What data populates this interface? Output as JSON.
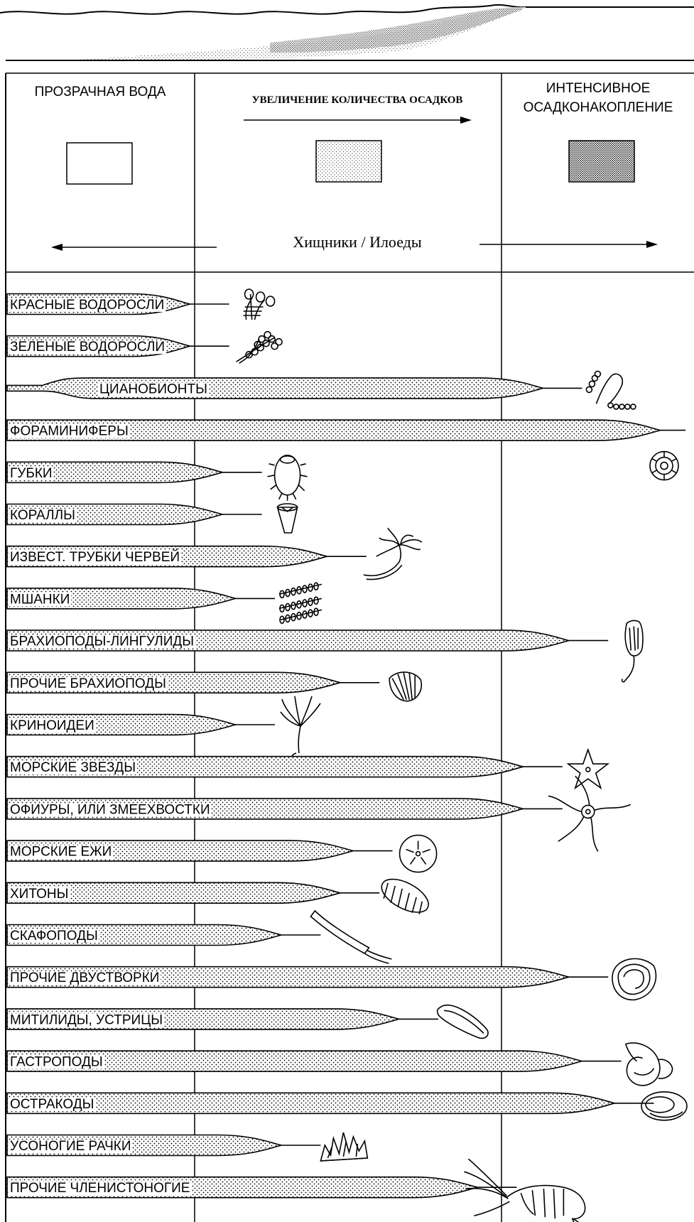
{
  "header": {
    "clear_water": "ПРОЗРАЧНАЯ ВОДА",
    "increasing_sediment": "УВЕЛИЧЕНИЕ КОЛИЧЕСТВА ОСАДКОВ",
    "intensive_line1": "ИНТЕНСИВНОЕ",
    "intensive_line2": "ОСАДКОНАКОПЛЕНИЕ",
    "feeding_types": "Хищники / Илоеды"
  },
  "groups": [
    {
      "label": "КРАСНЫЕ ВОДОРОСЛИ",
      "extent": 0.28,
      "style": "tapered",
      "icon": "red-algae-icon"
    },
    {
      "label": "ЗЕЛЕНЫЕ ВОДОРОСЛИ",
      "extent": 0.28,
      "style": "tapered",
      "icon": "green-algae-icon"
    },
    {
      "label": "ЦИАНОБИОНТЫ",
      "extent": 0.82,
      "style": "diamond",
      "icon": "cyanobiont-filament-icon"
    },
    {
      "label": "ФОРАМИНИФЕРЫ",
      "extent": 1.0,
      "style": "tapered",
      "icon": "foraminifera-shell-icon"
    },
    {
      "label": "ГУБКИ",
      "extent": 0.33,
      "style": "tapered",
      "icon": "sponge-icon"
    },
    {
      "label": "КОРАЛЛЫ",
      "extent": 0.33,
      "style": "tapered",
      "icon": "coral-icon"
    },
    {
      "label": "ИЗВЕСТ. ТРУБКИ ЧЕРВЕЙ",
      "extent": 0.49,
      "style": "tapered",
      "icon": "tube-worm-icon"
    },
    {
      "label": "МШАНКИ",
      "extent": 0.35,
      "style": "tapered",
      "icon": "bryozoan-icon"
    },
    {
      "label": "БРАХИОПОДЫ-ЛИНГУЛИДЫ",
      "extent": 0.86,
      "style": "tapered",
      "icon": "lingulid-brachiopod-icon"
    },
    {
      "label": "ПРОЧИЕ БРАХИОПОДЫ",
      "extent": 0.51,
      "style": "tapered",
      "icon": "brachiopod-shell-icon"
    },
    {
      "label": "КРИНОИДЕИ",
      "extent": 0.35,
      "style": "tapered",
      "icon": "crinoid-icon"
    },
    {
      "label": "МОРСКИЕ ЗВЕЗДЫ",
      "extent": 0.79,
      "style": "tapered",
      "icon": "sea-star-icon"
    },
    {
      "label": "ОФИУРЫ, ИЛИ ЗМЕЕХВОСТКИ",
      "extent": 0.79,
      "style": "tapered",
      "icon": "brittle-star-icon"
    },
    {
      "label": "МОРСКИЕ ЕЖИ",
      "extent": 0.53,
      "style": "tapered",
      "icon": "sea-urchin-icon"
    },
    {
      "label": "ХИТОНЫ",
      "extent": 0.51,
      "style": "tapered",
      "icon": "chiton-icon"
    },
    {
      "label": "СКАФОПОДЫ",
      "extent": 0.42,
      "style": "tapered",
      "icon": "scaphopod-tusk-icon"
    },
    {
      "label": "ПРОЧИЕ ДВУСТВОРКИ",
      "extent": 0.86,
      "style": "tapered",
      "icon": "bivalve-icon"
    },
    {
      "label": "МИТИЛИДЫ, УСТРИЦЫ",
      "extent": 0.6,
      "style": "tapered",
      "icon": "mussel-icon"
    },
    {
      "label": "ГАСТРОПОДЫ",
      "extent": 0.88,
      "style": "tapered",
      "icon": "gastropod-icon"
    },
    {
      "label": "ОСТРАКОДЫ",
      "extent": 0.93,
      "style": "tapered",
      "icon": "ostracod-icon"
    },
    {
      "label": "УСОНОГИЕ РАЧКИ",
      "extent": 0.42,
      "style": "tapered",
      "icon": "barnacle-icon"
    },
    {
      "label": "ПРОЧИЕ ЧЛЕНИСТОНОГИЕ",
      "extent": 0.72,
      "style": "tapered",
      "icon": "shrimp-icon"
    }
  ]
}
